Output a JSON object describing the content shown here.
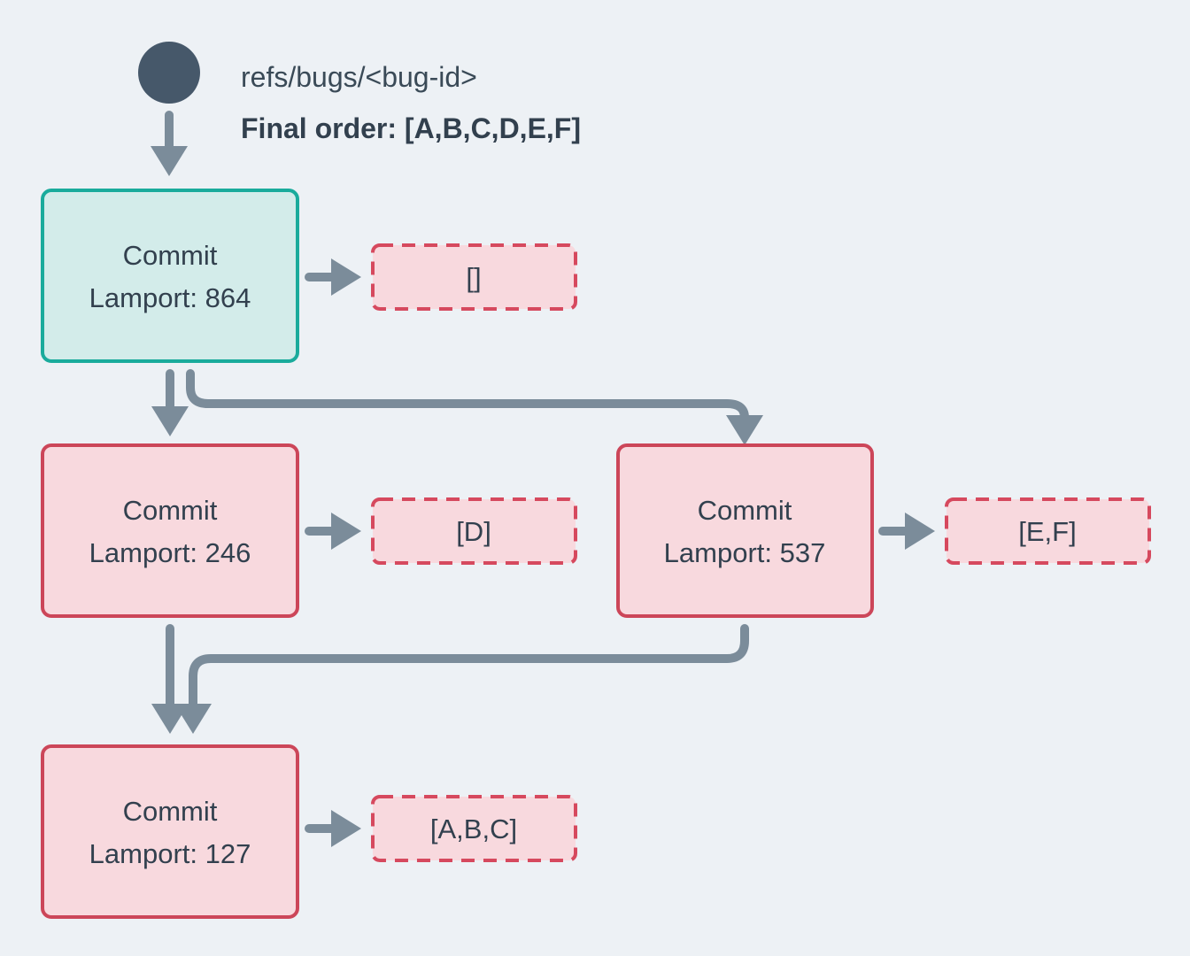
{
  "header": {
    "ref_label": "refs/bugs/<bug-id>",
    "final_order_label": "Final order: [A,B,C,D,E,F]"
  },
  "nodes": [
    {
      "title": "Commit",
      "subtitle": "Lamport: 864",
      "variant": "teal"
    },
    {
      "title": "Commit",
      "subtitle": "Lamport: 246",
      "variant": "pink"
    },
    {
      "title": "Commit",
      "subtitle": "Lamport: 537",
      "variant": "pink"
    },
    {
      "title": "Commit",
      "subtitle": "Lamport: 127",
      "variant": "pink"
    }
  ],
  "payloads": [
    {
      "label": "[]"
    },
    {
      "label": "[D]"
    },
    {
      "label": "[E,F]"
    },
    {
      "label": "[A,B,C]"
    }
  ],
  "colors": {
    "background": "#edf1f5",
    "ref_node_fill": "#46586a",
    "arrow": "#7b8c9a",
    "text": "#32404e",
    "teal_border": "#1aab9c",
    "teal_fill": "#d3ecea",
    "crimson_border": "#cc4659",
    "dashed_border": "#d6495e",
    "pink_fill": "#f8d9de"
  }
}
